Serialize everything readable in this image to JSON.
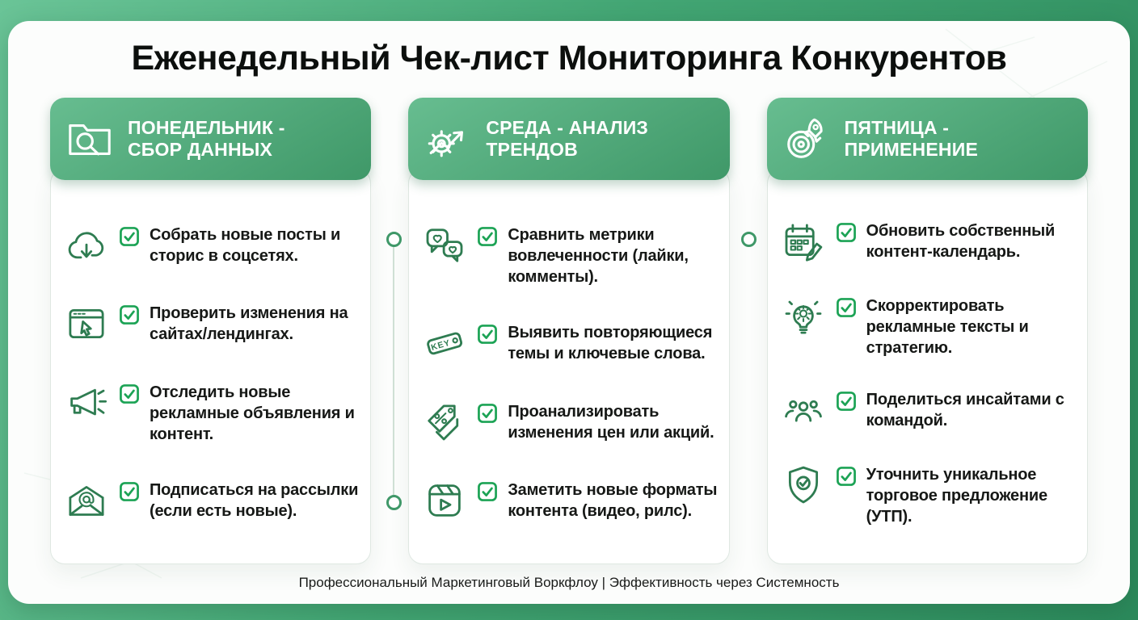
{
  "page": {
    "title": "Еженедельный Чек-лист Мониторинга Конкурентов",
    "footer": "Профессиональный Маркетинговый Воркфлоу | Эффективность через Системность"
  },
  "colors": {
    "background_from": "#6ac497",
    "background_to": "#2c8a5c",
    "header_gradient_from": "#67bd90",
    "header_gradient_to": "#3f9868",
    "icon_green": "#2e7c51",
    "check_green": "#1ca355",
    "card_background": "#fcfdfc",
    "text_dark": "#0c0f0d"
  },
  "columns": [
    {
      "id": "monday",
      "header": "ПОНЕДЕЛЬНИК - СБОР ДАННЫХ",
      "header_icon": "folder-search-icon",
      "items": [
        {
          "icon": "cloud-download-icon",
          "text": "Собрать новые посты и сторис в соцсетях."
        },
        {
          "icon": "browser-cursor-icon",
          "text": "Проверить изменения на сайтах/лендингах."
        },
        {
          "icon": "megaphone-icon",
          "text": "Отследить новые рекламные объявления и контент."
        },
        {
          "icon": "email-subscribe-icon",
          "text": "Подписаться на рассылки (если есть новые)."
        }
      ]
    },
    {
      "id": "wednesday",
      "header": "СРЕДА - АНАЛИЗ ТРЕНДОВ",
      "header_icon": "gear-trend-icon",
      "items": [
        {
          "icon": "chat-hearts-icon",
          "text": "Сравнить метрики вовлеченности (лайки, комменты)."
        },
        {
          "icon": "key-tag-icon",
          "icon_label": "KEY",
          "text": "Выявить повторяющиеся темы и ключевые слова."
        },
        {
          "icon": "price-tags-icon",
          "text": "Проанализировать изменения цен или акций."
        },
        {
          "icon": "reels-video-icon",
          "text": "Заметить новые форматы контента (видео, рилс)."
        }
      ]
    },
    {
      "id": "friday",
      "header": "ПЯТНИЦА - ПРИМЕНЕНИЕ",
      "header_icon": "target-rocket-icon",
      "items": [
        {
          "icon": "calendar-edit-icon",
          "text": "Обновить собственный контент-календарь."
        },
        {
          "icon": "bulb-gear-icon",
          "text": "Скорректировать рекламные тексты и стратегию."
        },
        {
          "icon": "team-icon",
          "text": "Поделиться инсайтами с командой."
        },
        {
          "icon": "shield-check-icon",
          "text": "Уточнить уникальное торговое предложение (УТП)."
        }
      ]
    }
  ]
}
